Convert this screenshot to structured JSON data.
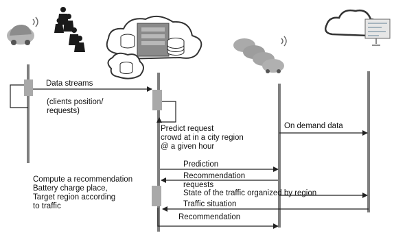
{
  "participants": [
    {
      "icon": "car-client-icon"
    },
    {
      "icon": "crowd-icon"
    },
    {
      "icon": "cloud-database-icon"
    },
    {
      "icon": "vehicle-fleet-icon"
    },
    {
      "icon": "cloud-map-service-icon"
    }
  ],
  "messages": {
    "data_streams": "Data streams",
    "data_streams_note": [
      "(clients position/",
      "requests)"
    ],
    "predict_request": [
      "Predict  request",
      "crowd at in a city region",
      "@ a given hour"
    ],
    "on_demand_data": "On demand data",
    "prediction": "Prediction",
    "recommendation_requests": [
      "Recommendation",
      "requests"
    ],
    "state_of_traffic": "State of the traffic organized by region",
    "traffic_situation": "Traffic situation",
    "recommendation": "Recommendation",
    "compute_recommendation": [
      "Compute a recommendation",
      "Battery charge place,",
      "Target region according",
      "to traffic"
    ]
  },
  "colors": {
    "lifeline": "#7f7f7f",
    "activation": "#a9a9a9",
    "arrow": "#222222",
    "icon_gray": "#9a9a9a",
    "icon_dark": "#3a3a3a"
  }
}
